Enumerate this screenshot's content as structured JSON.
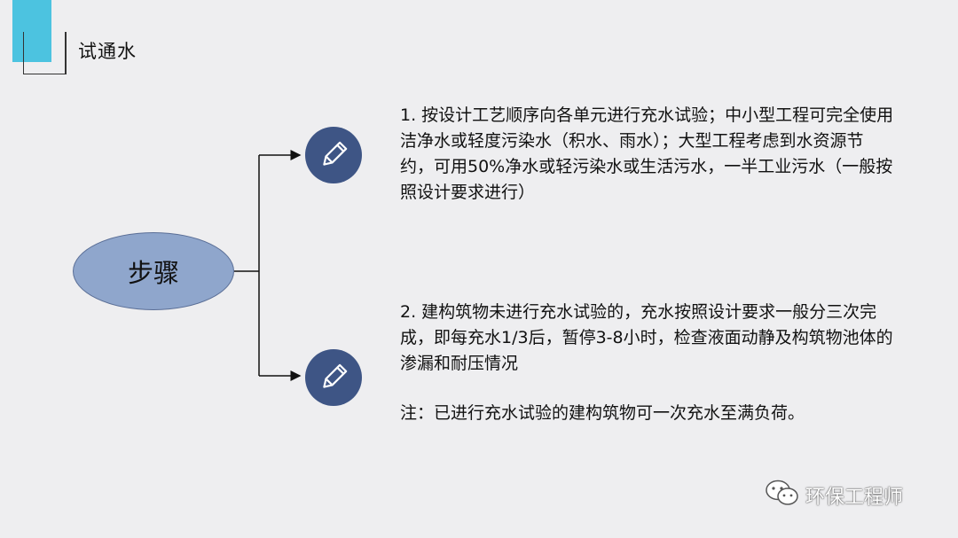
{
  "header": {
    "title": "试通水"
  },
  "center": {
    "label": "步骤"
  },
  "steps": [
    {
      "icon": "pencil-icon",
      "text": "1. 按设计工艺顺序向各单元进行充水试验；中小型工程可完全使用洁净水或轻度污染水（积水、雨水）；大型工程考虑到水资源节约，可用50%净水或轻污染水或生活污水，一半工业污水（一般按照设计要求进行）"
    },
    {
      "icon": "pencil-icon",
      "text": "2. 建构筑物未进行充水试验的，充水按照设计要求一般分三次完成，即每充水1/3后，暂停3-8小时，检查液面动静及构筑物池体的渗漏和耐压情况"
    }
  ],
  "note": "注：已进行充水试验的建构筑物可一次充水至满负荷。",
  "watermark": {
    "text": "环保工程师",
    "icon": "wechat-icon"
  },
  "colors": {
    "accent": "#4cc3e0",
    "ellipse": "#8fa6cc",
    "icon_bg": "#3e5585",
    "background": "#eeeef0"
  }
}
